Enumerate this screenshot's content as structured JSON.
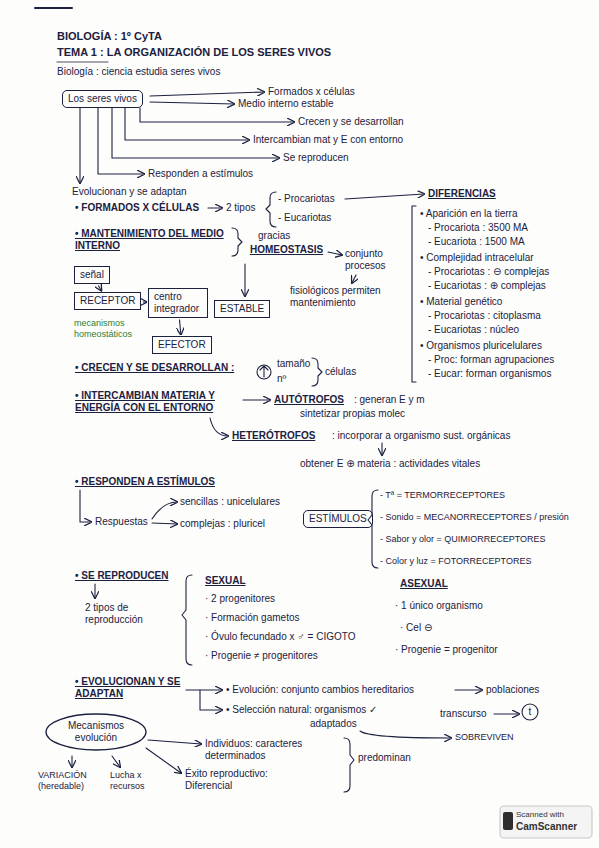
{
  "diagram": {
    "title": "BIOLOGÍA : 1º CyTA",
    "nodes": [
      {
        "text": [
          "Los seres vivos"
        ]
      },
      {
        "text": [
          "señal"
        ]
      },
      {
        "text": [
          "RECEPTOR"
        ]
      },
      {
        "text": [
          "centro integrador"
        ]
      },
      {
        "text": [
          "EFECTOR"
        ]
      },
      {
        "text": [
          "ESTABLE"
        ]
      },
      {
        "text": [
          "ESTÍMULOS"
        ]
      },
      {
        "text": [
          "Mecanismos evolución"
        ]
      }
    ],
    "edges": [
      {
        "from": 1,
        "to": 2,
        "arrow": "to"
      },
      {
        "from": 2,
        "to": 3,
        "arrow": "to"
      },
      {
        "from": 3,
        "to": 4,
        "arrow": "to"
      }
    ],
    "labels": [
      "TEMA 1 : LA ORGANIZACIÓN DE LOS SERES VIVOS",
      "Biología : ciencia estudia seres vivos",
      "Formados x células",
      "Medio interno estable",
      "Crecen y se desarrollan",
      "Intercambian mat y E con entorno",
      "Se reproducen",
      "Responden a estímulos",
      "Evolucionan y se adaptan",
      "• FORMADOS X CÉLULAS",
      "2 tipos",
      "- Procariotas",
      "- Eucariotas",
      "DIFERENCIAS",
      "• Aparición en la tierra",
      "- Procariota : 3500 MA",
      "- Eucariota : 1500 MA",
      "• Complejidad intracelular",
      "- Procariotas : ⊖ complejas",
      "- Eucariotas : ⊕ complejas",
      "• Material genético",
      "- Procariotas : citoplasma",
      "- Eucariotas : núcleo",
      "• Organismos pluricelulares",
      "- Proc: forman agrupaciones",
      "- Eucar: forman organismos",
      "• MANTENIMIENTO DEL MEDIO INTERNO",
      "gracias",
      "HOMEOSTASIS",
      "conjunto procesos",
      "fisiológicos permiten mantenimiento",
      "mecanismos homeostáticos",
      "• CRECEN Y SE DESARROLLAN :",
      "tamaño",
      "nº",
      "células",
      "• INTERCAMBIAN MATERIA Y ENERGÍA CON EL ENTORNO",
      "AUTÓTROFOS",
      ": generan E y m",
      "sintetizar propias molec",
      "HETERÓTROFOS",
      ": incorporar a organismo sust. orgánicas",
      "obtener E ⊕ materia : actividades vitales",
      "• RESPONDEN A ESTÍMULOS",
      "Respuestas",
      "sencillas : unicelulares",
      "complejas : pluricel",
      "- Tª = TERMORRECEPTORES",
      "- Sonido = MECANORRECEPTORES / presión",
      "- Sabor y olor = QUIMIORRECEPTORES",
      "- Color y luz = FOTORRECEPTORES",
      "• SE REPRODUCEN",
      "2 tipos de reproducción",
      "SEXUAL",
      "· 2 progenitores",
      "· Formación gametos",
      "· Óvulo fecundado x ♂ = CIGOTO",
      "· Progenie ≠ progenitores",
      "ASEXUAL",
      "· 1 único organismo",
      "· Cel ⊖",
      "· Progenie = progenitor",
      "• EVOLUCIONAN Y SE ADAPTAN",
      "• Evolución: conjunto cambios hereditarios",
      "poblaciones",
      "• Selección natural: organismos ✓",
      "adaptados",
      "transcurso",
      "t",
      "SOBREVIVEN",
      "Individuos: caracteres determinados",
      "predominan",
      "Éxito reproductivo: Diferencial",
      "VARIACIÓN (heredable)",
      "Lucha x recursos",
      "Scanned with",
      "CamScanner"
    ]
  }
}
